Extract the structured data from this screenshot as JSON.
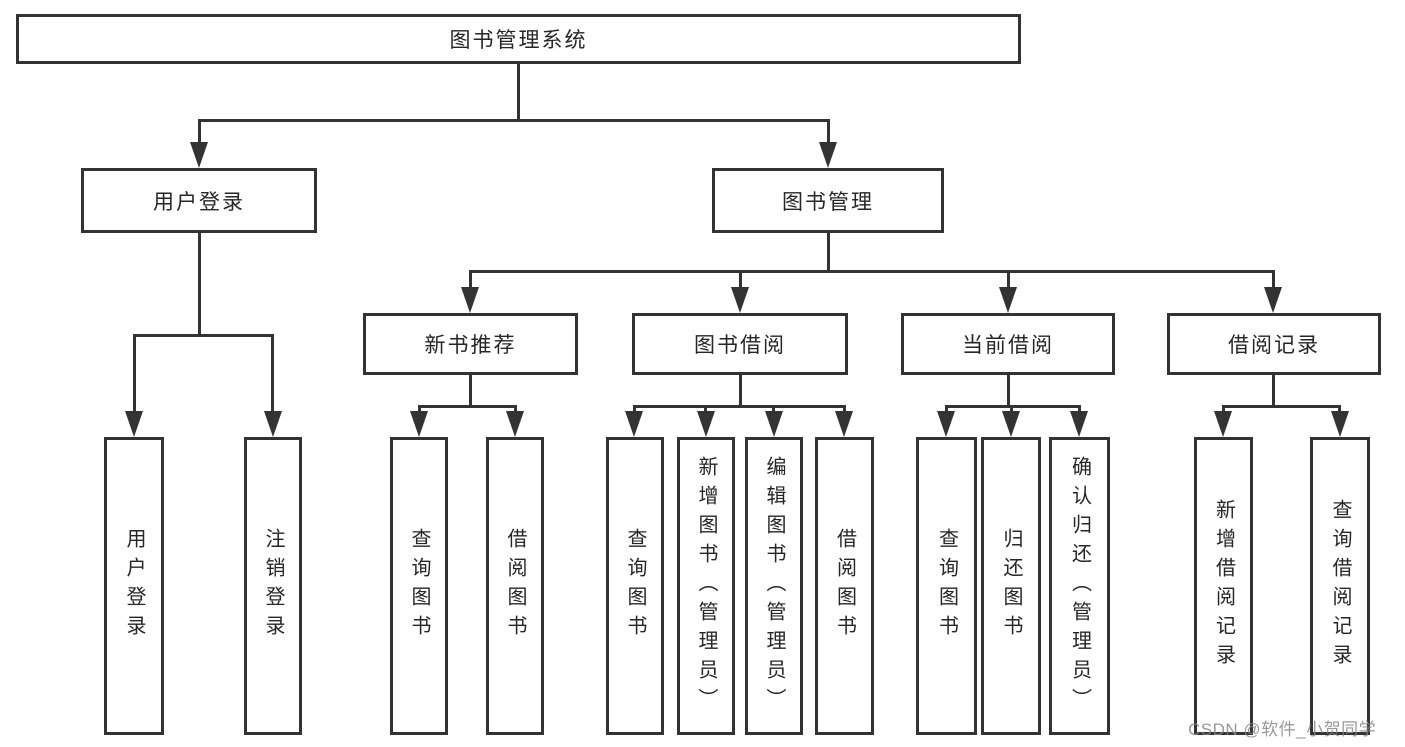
{
  "diagram": {
    "tree": {
      "label": "图书管理系统",
      "children": [
        {
          "label": "用户登录",
          "children": [
            {
              "label": "用户登录"
            },
            {
              "label": "注销登录"
            }
          ]
        },
        {
          "label": "图书管理",
          "children": [
            {
              "label": "新书推荐",
              "children": [
                {
                  "label": "查询图书"
                },
                {
                  "label": "借阅图书"
                }
              ]
            },
            {
              "label": "图书借阅",
              "children": [
                {
                  "label": "查询图书"
                },
                {
                  "label": "新增图书（管理员）"
                },
                {
                  "label": "编辑图书（管理员）"
                },
                {
                  "label": "借阅图书"
                }
              ]
            },
            {
              "label": "当前借阅",
              "children": [
                {
                  "label": "查询图书"
                },
                {
                  "label": "归还图书"
                },
                {
                  "label": "确认归还（管理员）"
                }
              ]
            },
            {
              "label": "借阅记录",
              "children": [
                {
                  "label": "新增借阅记录"
                },
                {
                  "label": "查询借阅记录"
                }
              ]
            }
          ]
        }
      ]
    },
    "watermark": {
      "text": "CSDN @软件_小贺同学"
    },
    "colors": {
      "line": "#333333",
      "box_border": "#333333",
      "box_fill": "#ffffff",
      "text": "#262626",
      "background": "#ffffff",
      "watermark": "#878787"
    }
  }
}
